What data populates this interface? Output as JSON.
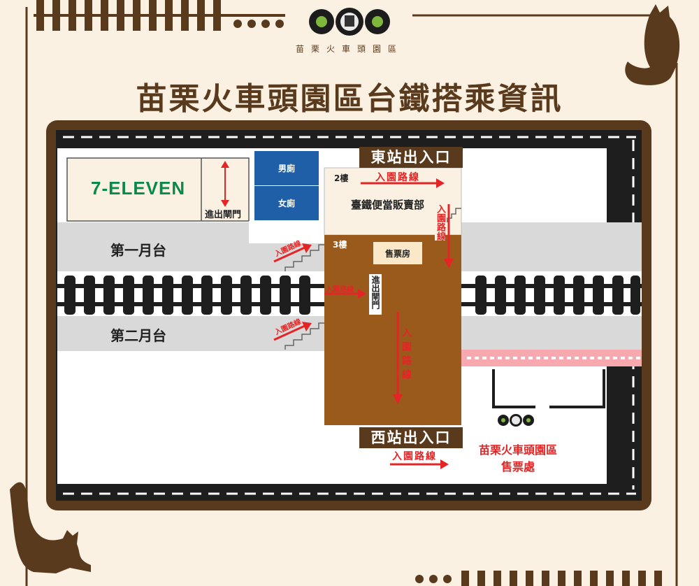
{
  "title": "苗栗火車頭園區台鐵搭乘資訊",
  "logo_caption": "苗栗火車頭園區",
  "map": {
    "store_name": "7-ELEVEN",
    "gate_label": "進出閘門",
    "restroom_male": "男廁",
    "restroom_female": "女廁",
    "platform_1": "第一月台",
    "platform_2": "第二月台",
    "east_exit": "東站出入口",
    "west_exit": "西站出入口",
    "floor_2": "2樓",
    "floor_3": "3樓",
    "bento_shop": "臺鐵便當販賣部",
    "ticket_office": "售票房",
    "inner_gate": "進出閘門",
    "route_label": "入園路線",
    "park_name_line1": "苗栗火車頭園區",
    "park_name_line2": "售票處"
  },
  "colors": {
    "brown": "#5a3a1c",
    "station_brown": "#9a5a1c",
    "red": "#e42525",
    "platform_gray": "#d9d9d9",
    "restroom_blue": "#1f5fa8",
    "cream": "#fbf1e3"
  },
  "icons": [
    "train-logo-icon",
    "cat-silhouette-icon",
    "stairs-icon",
    "arrow-right-icon",
    "arrow-down-icon"
  ]
}
